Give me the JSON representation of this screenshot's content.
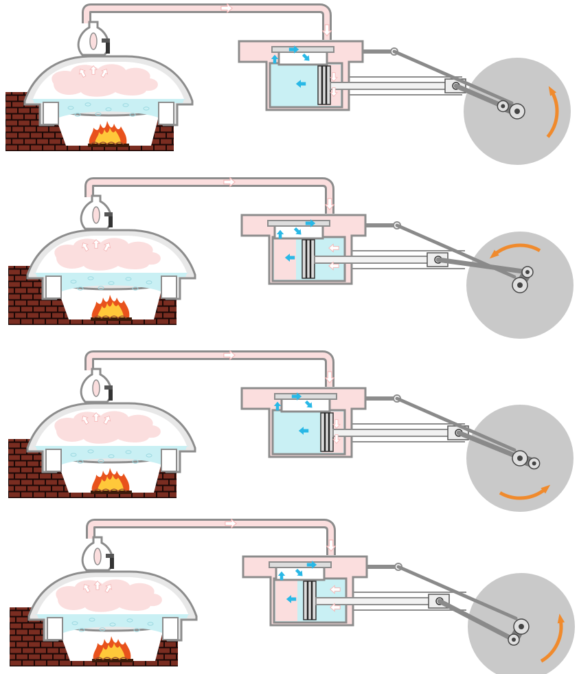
{
  "diagram": {
    "kind": "steam engine cycle sequence",
    "stage_count": 4,
    "colors": {
      "background": "#ffffff",
      "outline": "#8c8c8c",
      "steam_fill": "#fbdede",
      "steam_arrow": "#f4b6b6",
      "water_fill": "#c9f0f4",
      "exhaust_arrow": "#29b8e6",
      "brick": "#7a2d21",
      "mortar": "#1a0806",
      "flame_outer": "#e8521c",
      "flame_inner": "#ffc83a",
      "wheel": "#c9c9c9",
      "rotation_arrow": "#f08a2c",
      "piston": "#dcdcdc"
    },
    "stages": [
      {
        "step": 1,
        "wheel_rotation": "counter-clockwise",
        "piston_stroke": "forward",
        "valve_position": "right"
      },
      {
        "step": 2,
        "wheel_rotation": "counter-clockwise",
        "piston_stroke": "return",
        "valve_position": "left"
      },
      {
        "step": 3,
        "wheel_rotation": "counter-clockwise",
        "piston_stroke": "forward",
        "valve_position": "right"
      },
      {
        "step": 4,
        "wheel_rotation": "counter-clockwise",
        "piston_stroke": "return",
        "valve_position": "left"
      }
    ],
    "icons": {
      "steam_direction": "steam-arrow-icon",
      "exhaust_direction": "exhaust-arrow-icon",
      "wheel_rotation": "rotation-arrow-icon",
      "fire": "flame-icon"
    }
  }
}
